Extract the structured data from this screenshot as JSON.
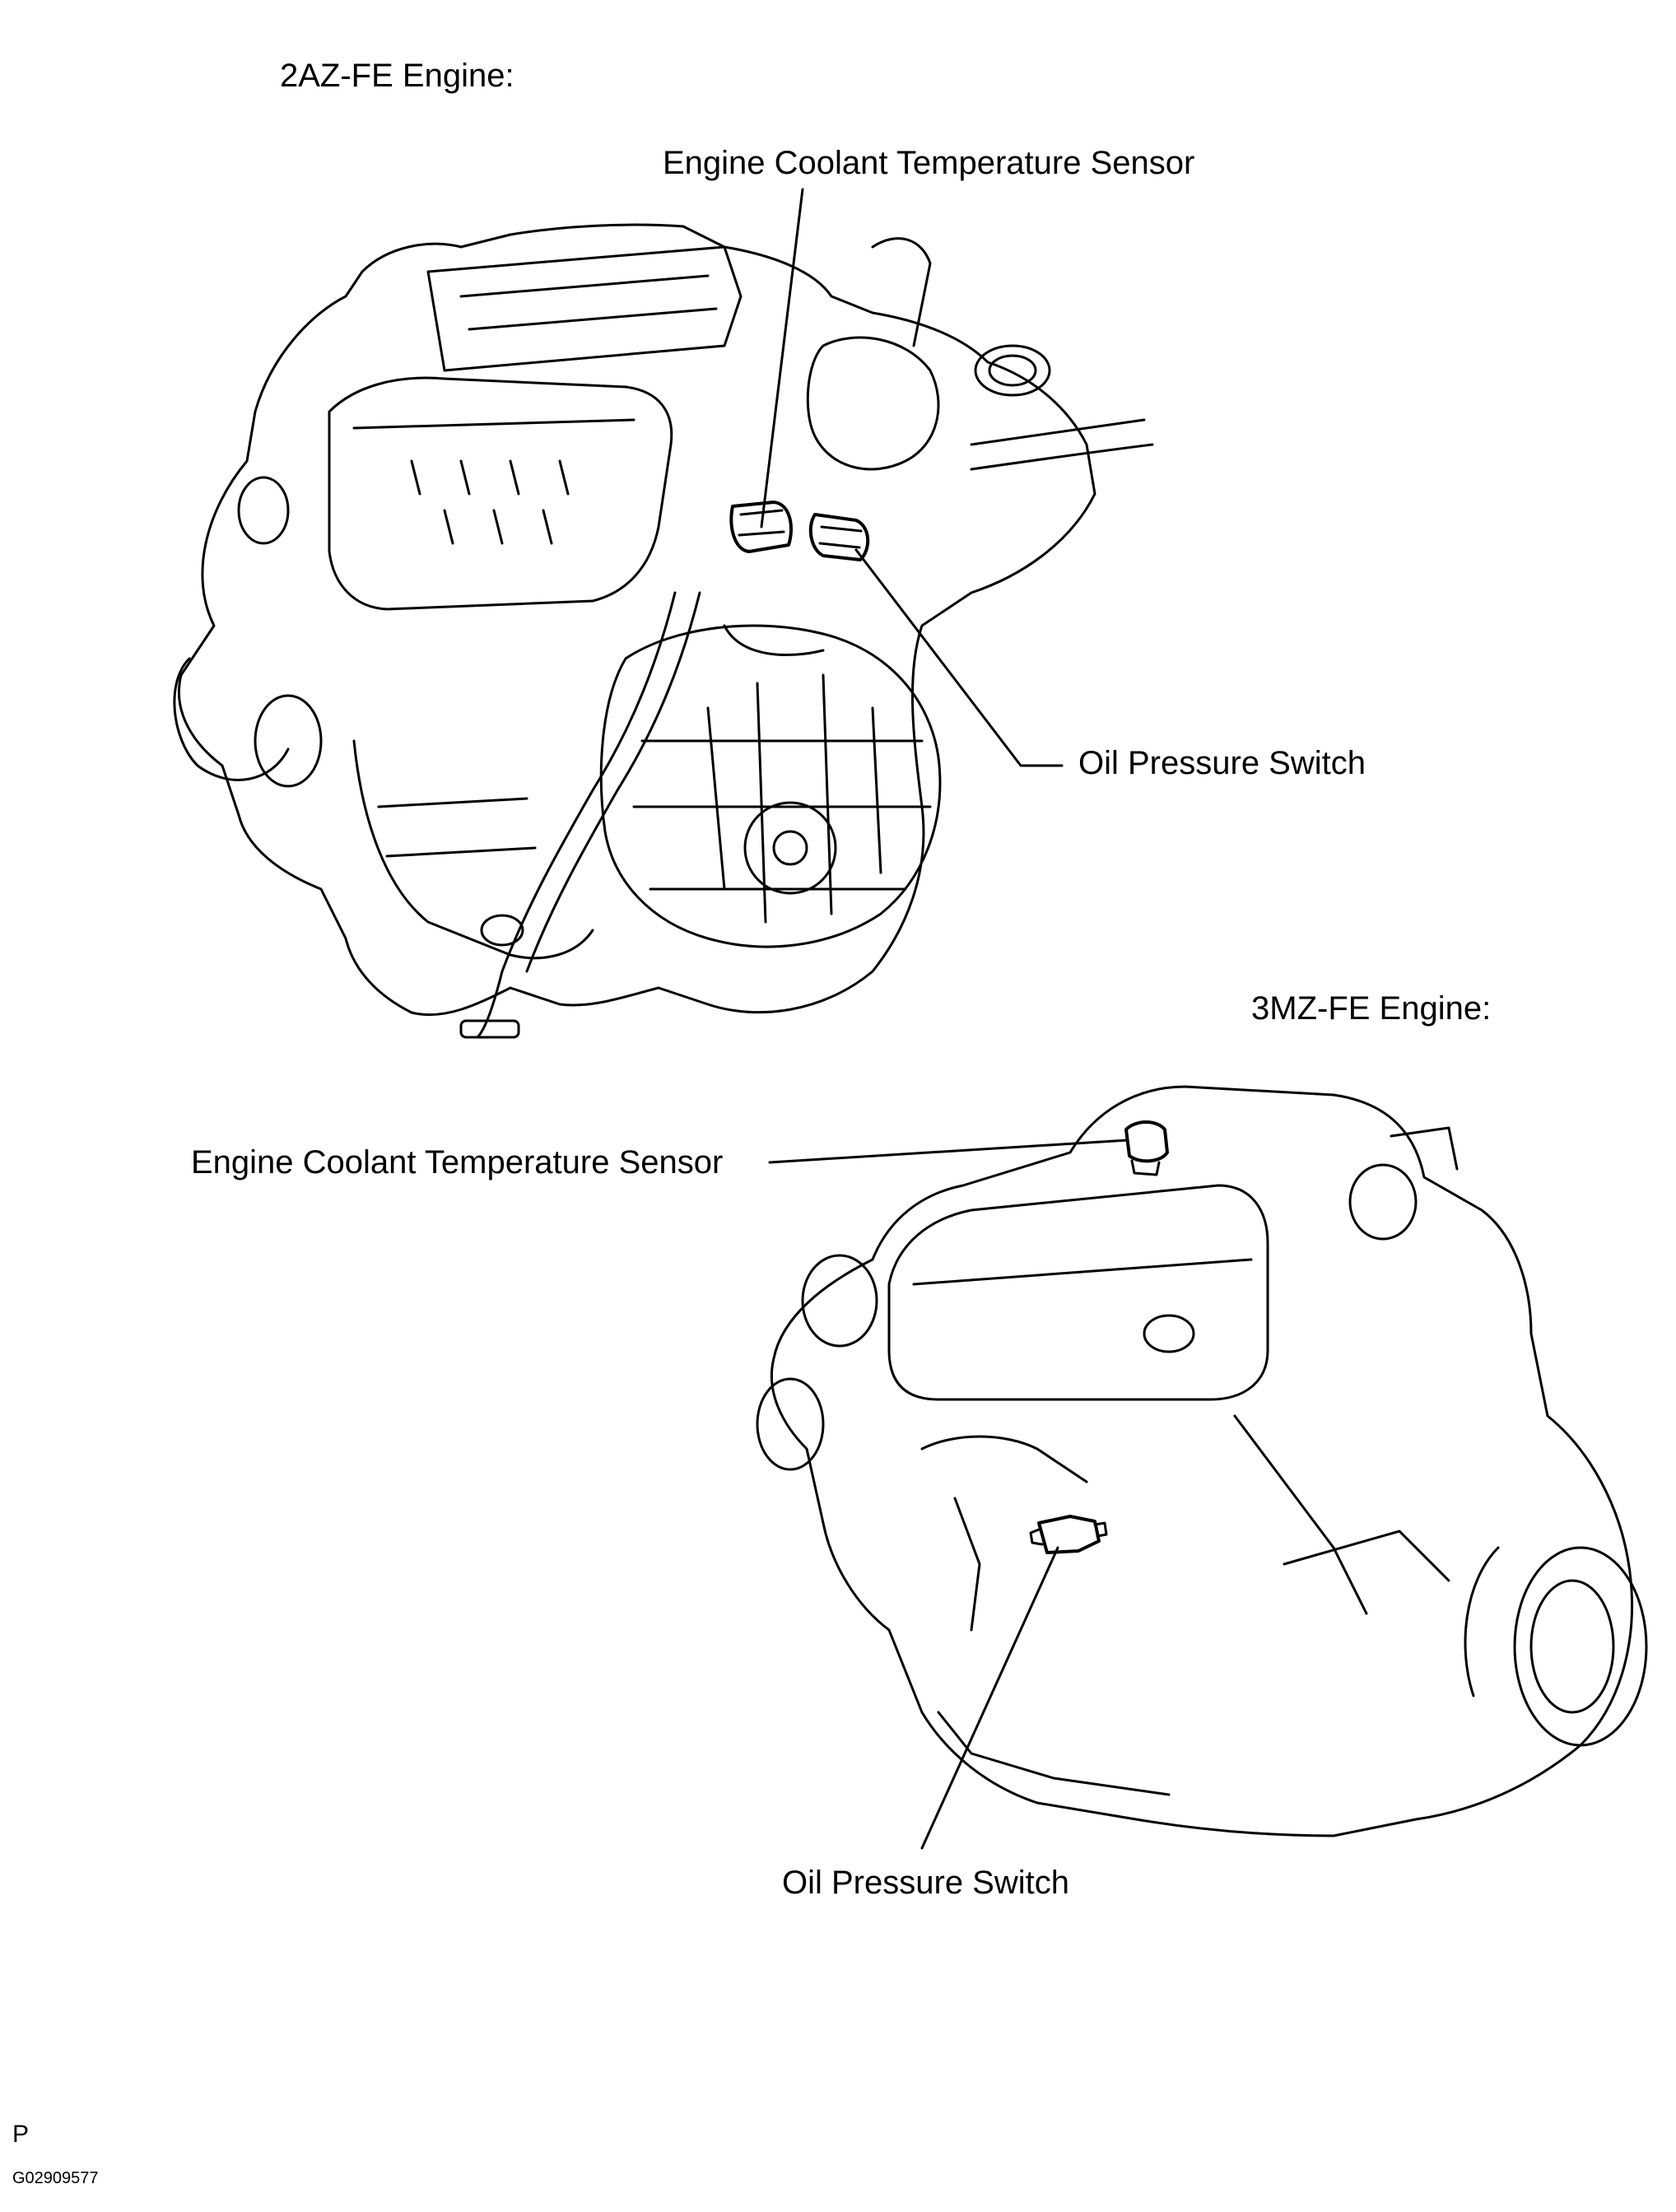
{
  "diagram": {
    "engine_2az": {
      "title": "2AZ-FE  Engine:",
      "coolant_sensor_label": "Engine Coolant Temperature Sensor",
      "oil_switch_label": "Oil Pressure Switch"
    },
    "engine_3mz": {
      "title": "3MZ-FE  Engine:",
      "coolant_sensor_label": "Engine Coolant Temperature Sensor",
      "oil_switch_label": "Oil Pressure Switch"
    },
    "page_marker": "P",
    "figure_code": "G02909577"
  },
  "colors": {
    "line": "#000000",
    "background": "#ffffff"
  }
}
